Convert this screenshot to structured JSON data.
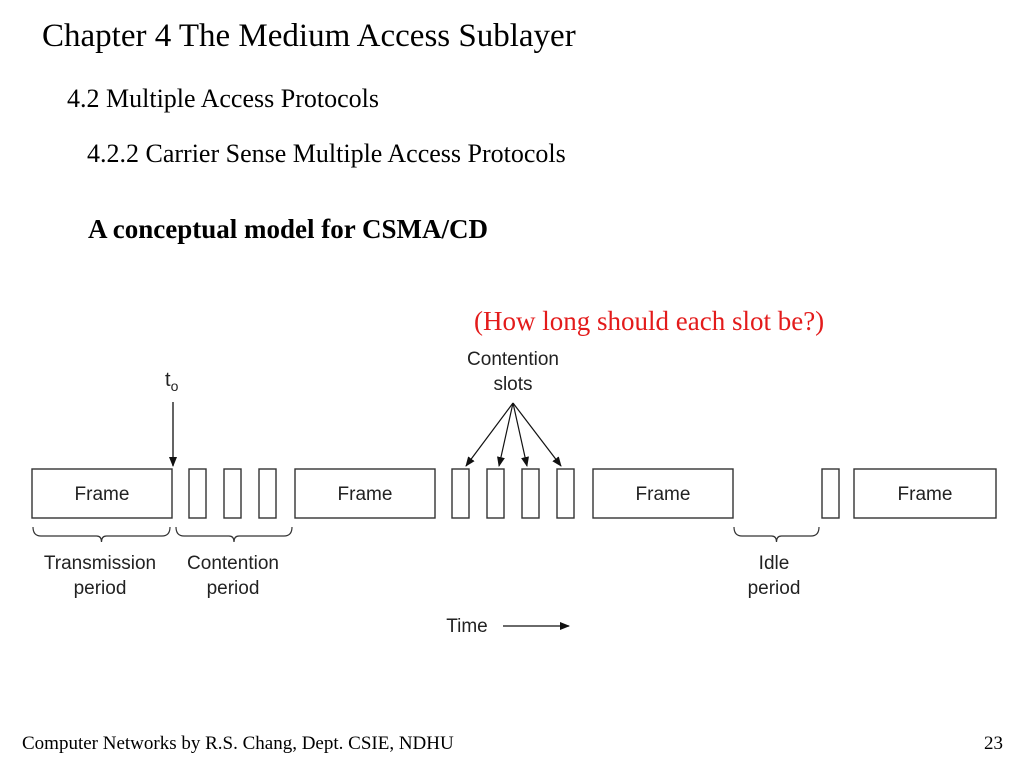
{
  "slide": {
    "title": "Chapter 4 The Medium Access Sublayer",
    "section": "4.2 Multiple Access Protocols",
    "subsection": "4.2.2 Carrier Sense Multiple Access Protocols",
    "heading": "A conceptual model for CSMA/CD",
    "question": "(How long should each slot be?)",
    "question_color": "#e31b1b",
    "footer": {
      "credit": "Computer Networks by R.S. Chang, Dept. CSIE, NDHU",
      "page_number": "23"
    }
  },
  "diagram": {
    "t0_label": "t",
    "t0_subscript": "o",
    "contention_slots_label_line1": "Contention",
    "contention_slots_label_line2": "slots",
    "time_label": "Time",
    "timeline": [
      {
        "kind": "frame",
        "label": "Frame"
      },
      {
        "kind": "slot"
      },
      {
        "kind": "slot"
      },
      {
        "kind": "slot"
      },
      {
        "kind": "frame",
        "label": "Frame"
      },
      {
        "kind": "slot"
      },
      {
        "kind": "slot"
      },
      {
        "kind": "slot"
      },
      {
        "kind": "slot"
      },
      {
        "kind": "frame",
        "label": "Frame"
      },
      {
        "kind": "idle"
      },
      {
        "kind": "slot"
      },
      {
        "kind": "frame",
        "label": "Frame"
      }
    ],
    "periods": [
      {
        "line1": "Transmission",
        "line2": "period"
      },
      {
        "line1": "Contention",
        "line2": "period"
      },
      {
        "line1": "Idle",
        "line2": "period"
      }
    ]
  }
}
